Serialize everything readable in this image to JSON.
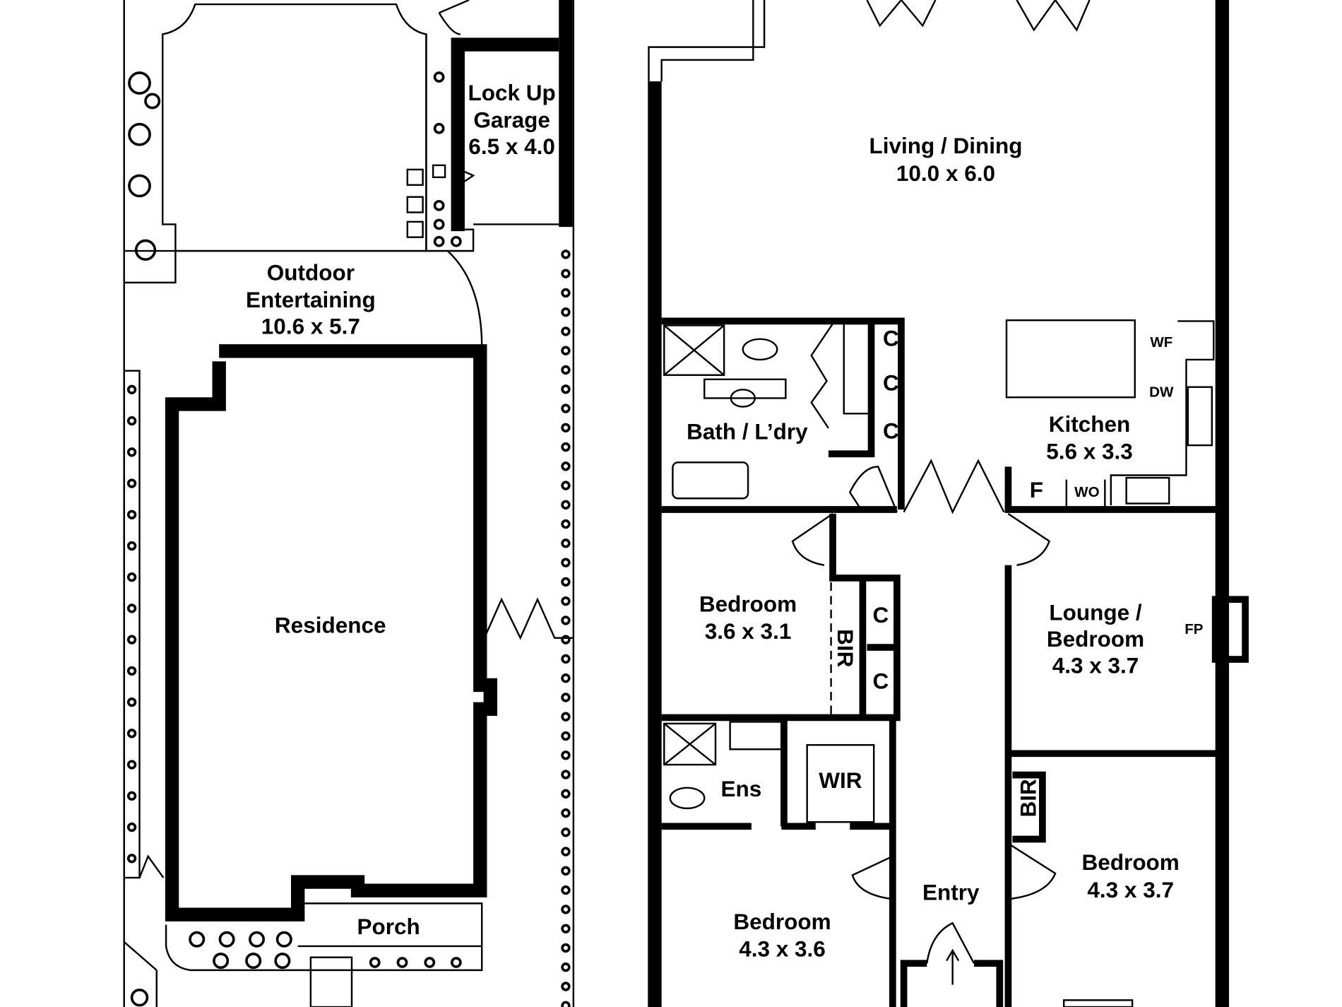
{
  "colors": {
    "ink": "#000000",
    "paper": "#ffffff"
  },
  "site": {
    "garage": {
      "line1": "Lock Up",
      "line2": "Garage",
      "dims": "6.5 x 4.0"
    },
    "outdoor": {
      "line1": "Outdoor",
      "line2": "Entertaining",
      "dims": "10.6 x 5.7"
    },
    "residence": {
      "label": "Residence"
    },
    "porch": {
      "label": "Porch"
    }
  },
  "house": {
    "living": {
      "name": "Living / Dining",
      "dims": "10.0 x 6.0"
    },
    "bath": {
      "name": "Bath / L’dry"
    },
    "cupboard": "C",
    "wf": "WF",
    "dw": "DW",
    "kitchen": {
      "name": "Kitchen",
      "dims": "5.6 x 3.3"
    },
    "fridge": "F",
    "wall_oven": "WO",
    "bedroom2": {
      "name": "Bedroom",
      "dims": "3.6 x 3.1"
    },
    "bir": "BIR",
    "lounge": {
      "line1": "Lounge /",
      "line2": "Bedroom",
      "dims": "4.3 x 3.7"
    },
    "fireplace": "FP",
    "ensuite": "Ens",
    "wir": "WIR",
    "bedroom3": {
      "name": "Bedroom",
      "dims": "4.3 x 3.7"
    },
    "entry": "Entry",
    "master": {
      "name": "Bedroom",
      "dims": "4.3 x 3.6"
    }
  }
}
